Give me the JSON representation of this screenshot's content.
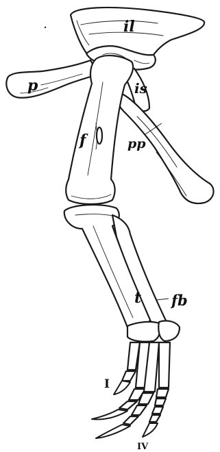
{
  "labels": {
    "ilium": "il",
    "pubis": "p",
    "ischium": "is",
    "postpubis": "pp",
    "femur": "f",
    "tibia": "t",
    "fibula": "fb",
    "digit_first": "I",
    "digit_fourth": "IV"
  }
}
